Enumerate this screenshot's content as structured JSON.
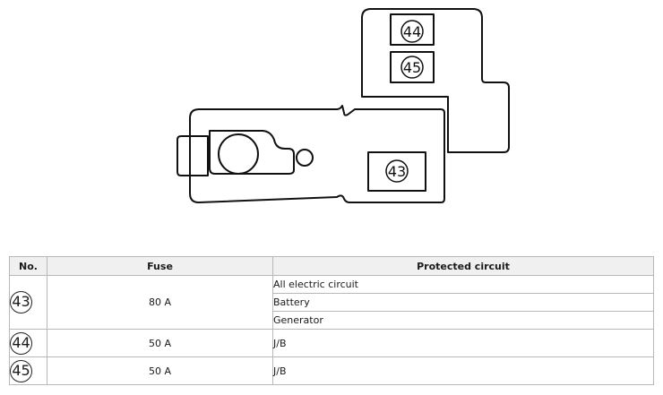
{
  "diagram": {
    "fuses": [
      {
        "id": "fuse-43",
        "label": "43"
      },
      {
        "id": "fuse-44",
        "label": "44"
      },
      {
        "id": "fuse-45",
        "label": "45"
      }
    ]
  },
  "table": {
    "headers": {
      "no": "No.",
      "fuse": "Fuse",
      "circuit": "Protected circuit"
    },
    "rows": [
      {
        "no": "43",
        "fuse": "80 A",
        "circuits": [
          "All electric circuit",
          "Battery",
          "Generator"
        ]
      },
      {
        "no": "44",
        "fuse": "50 A",
        "circuits": [
          "J/B"
        ]
      },
      {
        "no": "45",
        "fuse": "50 A",
        "circuits": [
          "J/B"
        ]
      }
    ]
  }
}
